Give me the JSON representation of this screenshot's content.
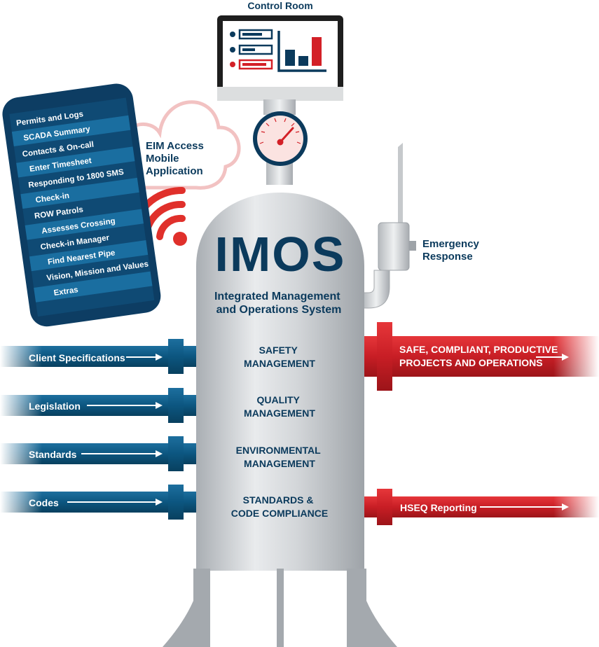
{
  "colors": {
    "navy": "#0b3a5c",
    "blue_pipe": "#0d5a85",
    "red_pipe": "#d32027",
    "tank_grey": "#c8ccd0",
    "monitor_frame": "#1e1e1e",
    "phone_body": "#0d3d63",
    "phone_band": "#1a6ea0",
    "cloud_outline": "#f2c2c2",
    "wifi_red": "#e0302b"
  },
  "control_room": {
    "label": "Control Room",
    "icon": "monitor-dashboard-icon"
  },
  "mobile_app": {
    "label_lines": [
      "EIM Access",
      "Mobile",
      "Application"
    ],
    "icon": "wifi-icon",
    "menu_items": [
      "Permits and Logs",
      "SCADA Summary",
      "Contacts & On-call",
      "Enter Timesheet",
      "Responding to 1800 SMS",
      "Check-in",
      "ROW Patrols",
      "Assesses Crossing",
      "Check-in Manager",
      "Find Nearest Pipe",
      "Vision, Mission and Values",
      "Extras"
    ]
  },
  "emergency": {
    "label_lines": [
      "Emergency",
      "Response"
    ],
    "icon": "valve-icon"
  },
  "tank": {
    "title": "IMOS",
    "subtitle_lines": [
      "Integrated Management",
      "and Operations System"
    ],
    "gauge_icon": "pressure-gauge-icon",
    "sections": [
      {
        "lines": [
          "SAFETY",
          "MANAGEMENT"
        ]
      },
      {
        "lines": [
          "QUALITY",
          "MANAGEMENT"
        ]
      },
      {
        "lines": [
          "ENVIRONMENTAL",
          "MANAGEMENT"
        ]
      },
      {
        "lines": [
          "STANDARDS &",
          "CODE COMPLIANCE"
        ]
      }
    ]
  },
  "inputs": [
    {
      "label": "Client Specifications"
    },
    {
      "label": "Legislation"
    },
    {
      "label": "Standards"
    },
    {
      "label": "Codes"
    }
  ],
  "outputs": [
    {
      "lines": [
        "SAFE, COMPLIANT, PRODUCTIVE",
        "PROJECTS AND OPERATIONS"
      ]
    },
    {
      "lines": [
        "HSEQ Reporting"
      ]
    }
  ]
}
